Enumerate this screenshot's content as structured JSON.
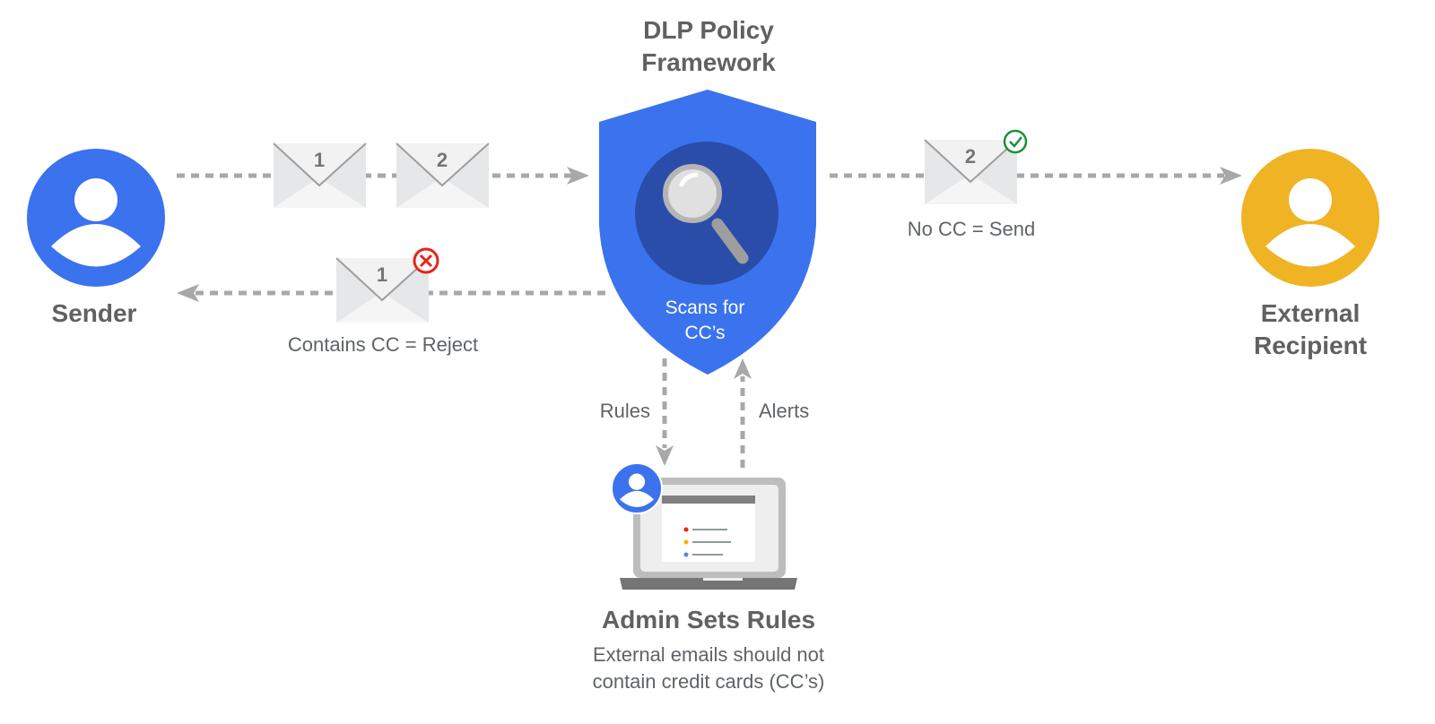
{
  "framework": {
    "title_line1": "DLP Policy",
    "title_line2": "Framework",
    "scan_line1": "Scans for",
    "scan_line2": "CC’s",
    "icon": "magnifier-icon"
  },
  "sender": {
    "label": "Sender",
    "icon": "user-icon"
  },
  "recipient": {
    "label_line1": "External",
    "label_line2": "Recipient",
    "icon": "user-icon"
  },
  "envelopes": {
    "outgoing": [
      "1",
      "2"
    ],
    "sent": "2",
    "rejected": "1"
  },
  "flows": {
    "send_label": "No CC = Send",
    "reject_label": "Contains CC = Reject",
    "rules_label": "Rules",
    "alerts_label": "Alerts"
  },
  "admin": {
    "title": "Admin Sets Rules",
    "desc_line1": "External emails should not",
    "desc_line2": "contain credit cards (CC’s)"
  },
  "colors": {
    "blue": "#3B73EE",
    "dark_blue": "#2A4DAA",
    "yellow": "#F0B323",
    "green": "#1E8E3E",
    "red": "#E5251B",
    "gray": "#A8A8AA"
  }
}
